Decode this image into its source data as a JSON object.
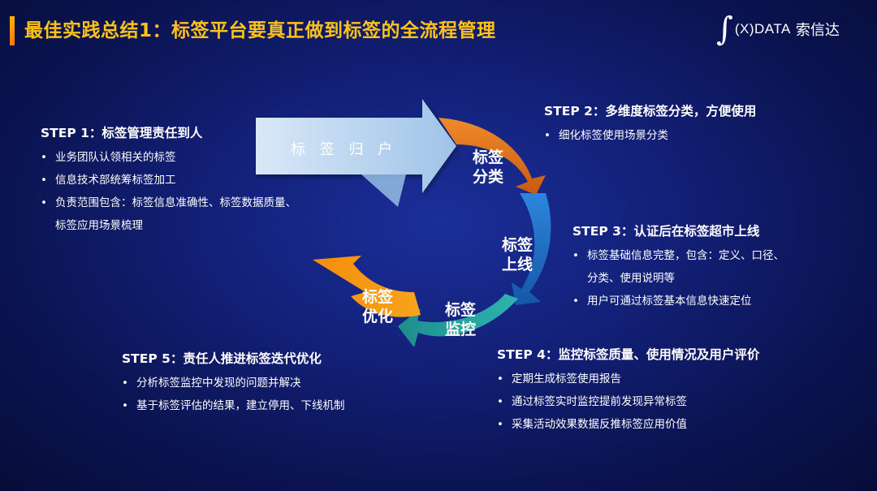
{
  "header": {
    "title": "最佳实践总结1：标签平台要真正做到标签的全流程管理",
    "logo_en": "(X)DATA",
    "logo_cn": "索信达",
    "accent_color": "#ffc21a"
  },
  "cycle": {
    "big_arrow_label": "标 签 归 户",
    "segments": [
      {
        "line1": "标签",
        "line2": "分类",
        "color": "#e8711d"
      },
      {
        "line1": "标签",
        "line2": "上线",
        "color": "#1f73c9"
      },
      {
        "line1": "标签",
        "line2": "监控",
        "color": "#2aa6a4"
      },
      {
        "line1": "标签",
        "line2": "优化",
        "color": "#f59b16"
      }
    ]
  },
  "steps": {
    "step1": {
      "title": "STEP 1：标签管理责任到人",
      "items": [
        "业务团队认领相关的标签",
        "信息技术部统筹标签加工",
        "负责范围包含：标签信息准确性、标签数据质量、"
      ],
      "item3_cont": "标签应用场景梳理"
    },
    "step2": {
      "title": "STEP 2：多维度标签分类，方便使用",
      "items": [
        "细化标签使用场景分类"
      ]
    },
    "step3": {
      "title": "STEP 3：认证后在标签超市上线",
      "items": [
        "标签基础信息完整，包含：定义、口径、",
        "用户可通过标签基本信息快速定位"
      ],
      "item1_cont": "分类、使用说明等"
    },
    "step4": {
      "title": "STEP 4：监控标签质量、使用情况及用户评价",
      "items": [
        "定期生成标签使用报告",
        "通过标签实时监控提前发现异常标签",
        "采集活动效果数据反推标签应用价值"
      ]
    },
    "step5": {
      "title": "STEP 5：责任人推进标签迭代优化",
      "items": [
        "分析标签监控中发现的问题并解决",
        "基于标签评估的结果，建立停用、下线机制"
      ]
    }
  }
}
